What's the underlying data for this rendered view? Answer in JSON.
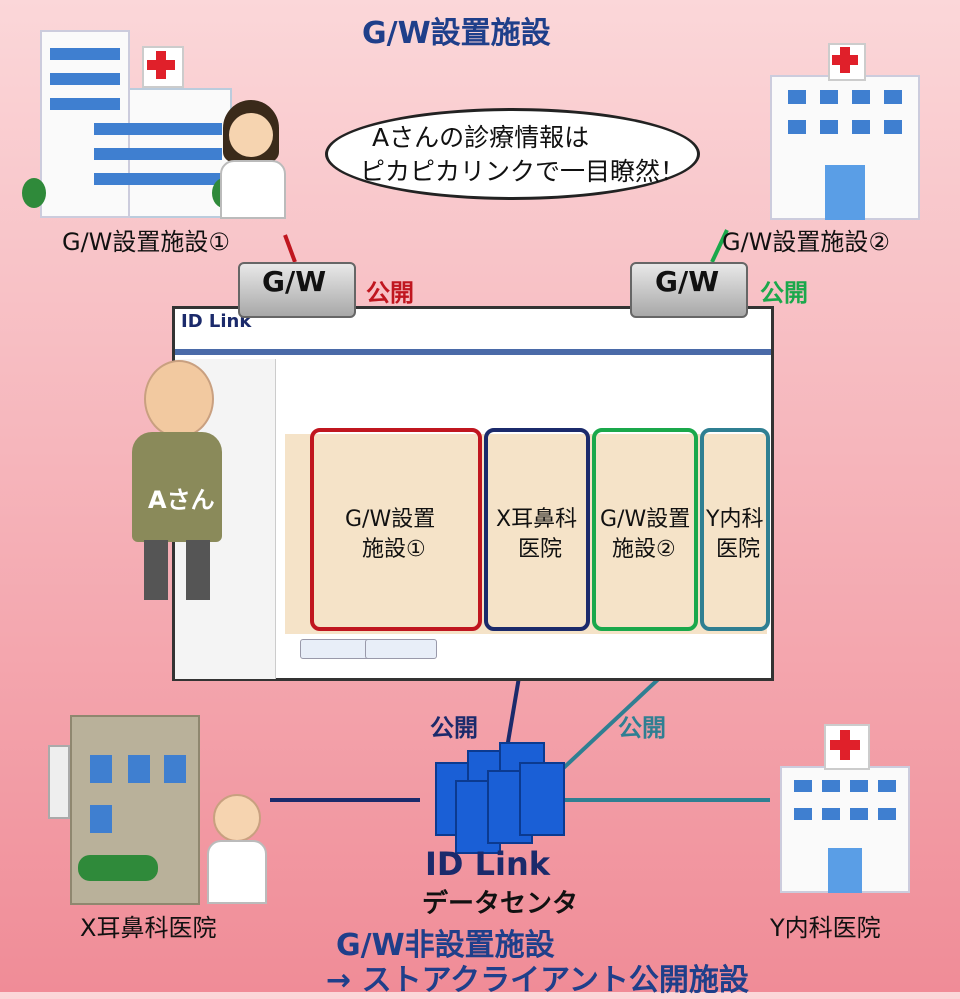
{
  "titles": {
    "top": "G/W設置施設",
    "bottom_1": "G/W非設置施設",
    "bottom_2": "→ ストアクライアント公開施設"
  },
  "facilities": {
    "gw1": "G/W設置施設①",
    "gw2": "G/W設置施設②",
    "x": "X耳鼻科医院",
    "y": "Y内科医院"
  },
  "bubble": {
    "line1": "Aさんの診療情報は",
    "line2": "ピカピカリンクで一目瞭然！"
  },
  "gateway_label": "G/W",
  "publish_label": "公開",
  "patient_label": "Aさん",
  "datacenter": {
    "logo": "ID Link",
    "label": "データセンタ"
  },
  "columns": [
    {
      "line1": "G/W設置",
      "line2": "施設①"
    },
    {
      "line1": "X耳鼻科",
      "line2": "医院"
    },
    {
      "line1": "G/W設置",
      "line2": "施設②"
    },
    {
      "line1": "Y内科",
      "line2": "医院"
    }
  ],
  "colors": {
    "red": "#c0161f",
    "navy": "#1b2a6b",
    "green": "#1aa84b",
    "teal": "#2f7f92"
  },
  "icons": [
    "hospital-icon",
    "clinic-icon",
    "doctor-icon",
    "patient-icon",
    "gateway-server-icon",
    "datacenter-server-icon"
  ]
}
